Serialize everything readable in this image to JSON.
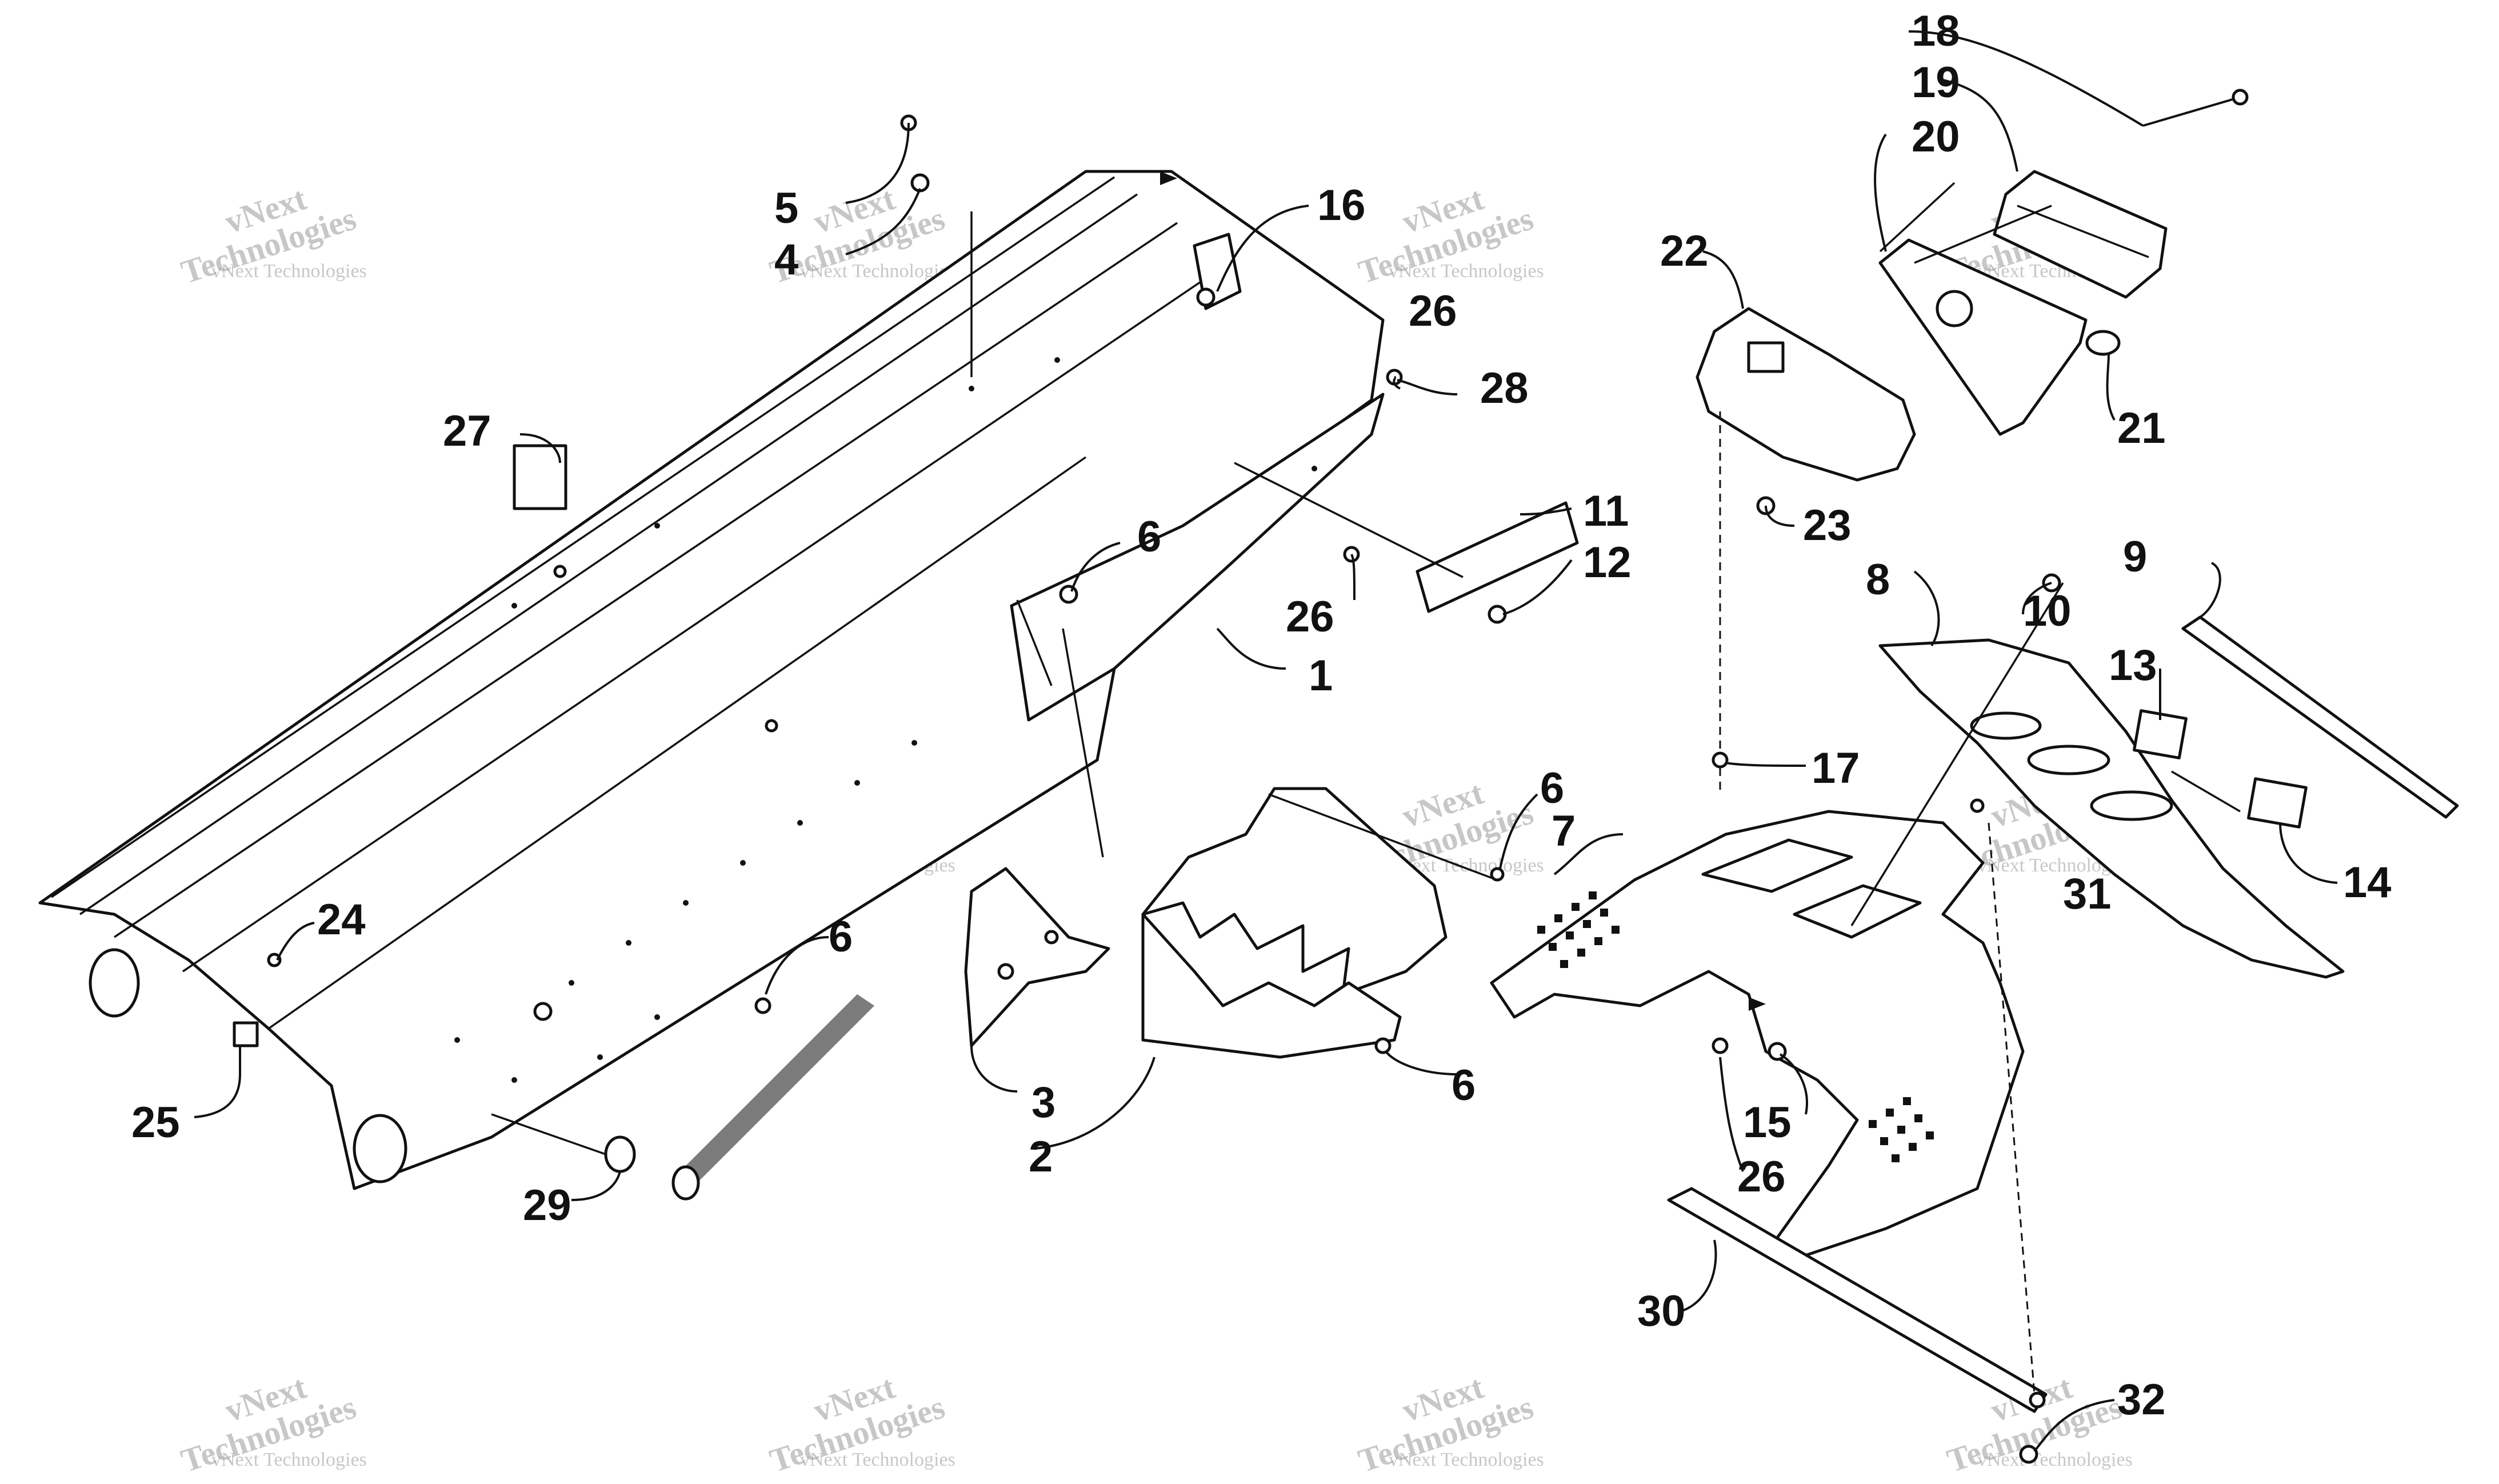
{
  "diagram": {
    "callouts": [
      {
        "id": "c1",
        "label": "1"
      },
      {
        "id": "c2",
        "label": "2"
      },
      {
        "id": "c3",
        "label": "3"
      },
      {
        "id": "c4",
        "label": "4"
      },
      {
        "id": "c5",
        "label": "5"
      },
      {
        "id": "c6a",
        "label": "6"
      },
      {
        "id": "c6b",
        "label": "6"
      },
      {
        "id": "c6c",
        "label": "6"
      },
      {
        "id": "c6d",
        "label": "6"
      },
      {
        "id": "c7",
        "label": "7"
      },
      {
        "id": "c8",
        "label": "8"
      },
      {
        "id": "c9",
        "label": "9"
      },
      {
        "id": "c10",
        "label": "10"
      },
      {
        "id": "c11",
        "label": "11"
      },
      {
        "id": "c12",
        "label": "12"
      },
      {
        "id": "c13",
        "label": "13"
      },
      {
        "id": "c14",
        "label": "14"
      },
      {
        "id": "c15",
        "label": "15"
      },
      {
        "id": "c16",
        "label": "16"
      },
      {
        "id": "c17",
        "label": "17"
      },
      {
        "id": "c18",
        "label": "18"
      },
      {
        "id": "c19",
        "label": "19"
      },
      {
        "id": "c20",
        "label": "20"
      },
      {
        "id": "c21",
        "label": "21"
      },
      {
        "id": "c22",
        "label": "22"
      },
      {
        "id": "c23",
        "label": "23"
      },
      {
        "id": "c24",
        "label": "24"
      },
      {
        "id": "c25",
        "label": "25"
      },
      {
        "id": "c26a",
        "label": "26"
      },
      {
        "id": "c26b",
        "label": "26"
      },
      {
        "id": "c26c",
        "label": "26"
      },
      {
        "id": "c27",
        "label": "27"
      },
      {
        "id": "c28",
        "label": "28"
      },
      {
        "id": "c29",
        "label": "29"
      },
      {
        "id": "c30",
        "label": "30"
      },
      {
        "id": "c31",
        "label": "31"
      },
      {
        "id": "c32",
        "label": "32"
      }
    ],
    "watermark": {
      "line1": "vNext Technologies",
      "line2": "vNext",
      "line3": "Technologies"
    }
  }
}
